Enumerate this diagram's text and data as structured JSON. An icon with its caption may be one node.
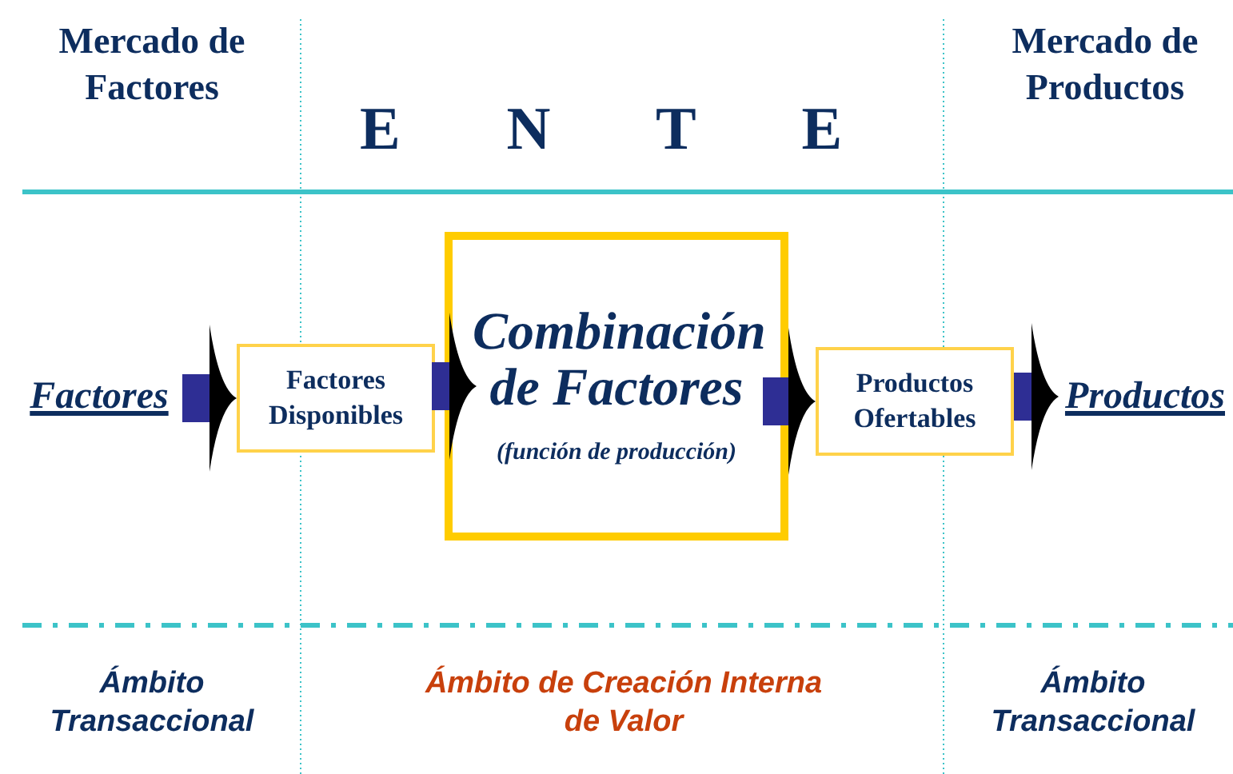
{
  "diagram": {
    "nodes": [
      {
        "text": [
          "Factores"
        ]
      },
      {
        "text": [
          "Factores Disponibles"
        ]
      },
      {
        "text": [
          "Combinación de Factores",
          "(función de producción)"
        ]
      },
      {
        "text": [
          "Productos Ofertables"
        ]
      },
      {
        "text": [
          "Productos"
        ]
      }
    ],
    "edges": [
      {
        "from": 0,
        "to": 1,
        "arrow": "to"
      },
      {
        "from": 1,
        "to": 2,
        "arrow": "to"
      },
      {
        "from": 2,
        "to": 3,
        "arrow": "to"
      },
      {
        "from": 3,
        "to": 4,
        "arrow": "to"
      }
    ],
    "labels": [
      "Mercado de Factores",
      "E N T E",
      "Mercado de Productos",
      "Ámbito Transaccional",
      "Ámbito de Creación Interna de Valor",
      "Ámbito Transaccional"
    ]
  }
}
